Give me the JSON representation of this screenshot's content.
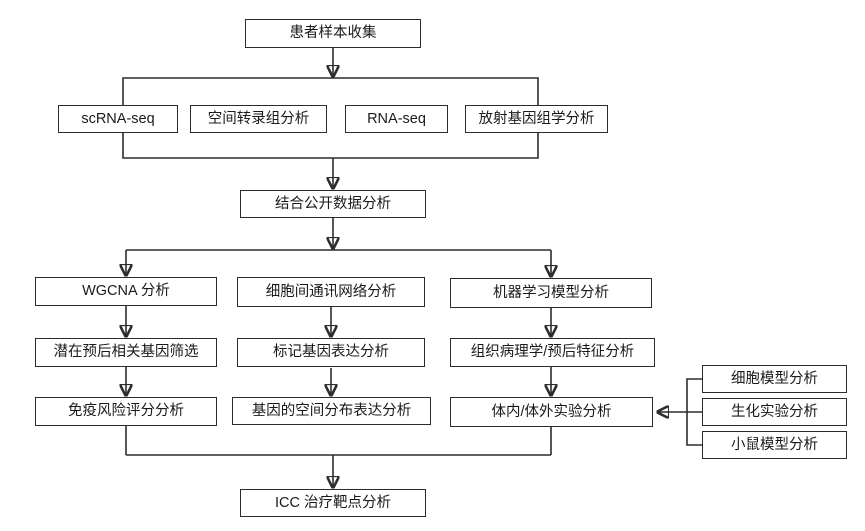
{
  "diagram": {
    "type": "flowchart",
    "language": "zh-CN",
    "colors": {
      "background": "#ffffff",
      "box_border": "#2b2b2b",
      "box_fill": "#ffffff",
      "line": "#2d2d2d",
      "text": "#1a1a1a"
    },
    "nodes": {
      "patient_sample": {
        "label": "患者样本收集"
      },
      "scrna_seq": {
        "label": "scRNA-seq"
      },
      "spatial_transcriptome": {
        "label": "空间转录组分析"
      },
      "rna_seq": {
        "label": "RNA-seq"
      },
      "radiogenomics": {
        "label": "放射基因组学分析"
      },
      "public_data": {
        "label": "结合公开数据分析"
      },
      "wgcna": {
        "label": "WGCNA 分析"
      },
      "prognostic_genes": {
        "label": "潜在预后相关基因筛选"
      },
      "immune_risk": {
        "label": "免疫风险评分分析"
      },
      "cell_communication": {
        "label": "细胞间通讯网络分析"
      },
      "marker_gene": {
        "label": "标记基因表达分析"
      },
      "gene_spatial_expression": {
        "label": "基因的空间分布表达分析"
      },
      "machine_learning": {
        "label": "机器学习模型分析"
      },
      "histopathology": {
        "label": "组织病理学/预后特征分析"
      },
      "in_vivo_vitro": {
        "label": "体内/体外实验分析"
      },
      "cell_model": {
        "label": "细胞模型分析"
      },
      "biochemical": {
        "label": "生化实验分析"
      },
      "mouse_model": {
        "label": "小鼠模型分析"
      },
      "icc_target": {
        "label": "ICC 治疗靶点分析"
      }
    },
    "edges": [
      "患者样本收集 -> [scRNA-seq, 空间转录组分析, RNA-seq, 放射基因组学分析]",
      "[scRNA-seq, 空间转录组分析, RNA-seq, 放射基因组学分析] -> 结合公开数据分析",
      "结合公开数据分析 -> [WGCNA 分析, 细胞间通讯网络分析, 机器学习模型分析]",
      "WGCNA 分析 -> 潜在预后相关基因筛选 -> 免疫风险评分分析",
      "细胞间通讯网络分析 -> 标记基因表达分析 -> 基因的空间分布表达分析",
      "机器学习模型分析 -> 组织病理学/预后特征分析 -> 体内/体外实验分析",
      "[细胞模型分析, 生化实验分析, 小鼠模型分析] -> 体内/体外实验分析",
      "[免疫风险评分分析, 体内/体外实验分析] -> ICC 治疗靶点分析"
    ]
  }
}
